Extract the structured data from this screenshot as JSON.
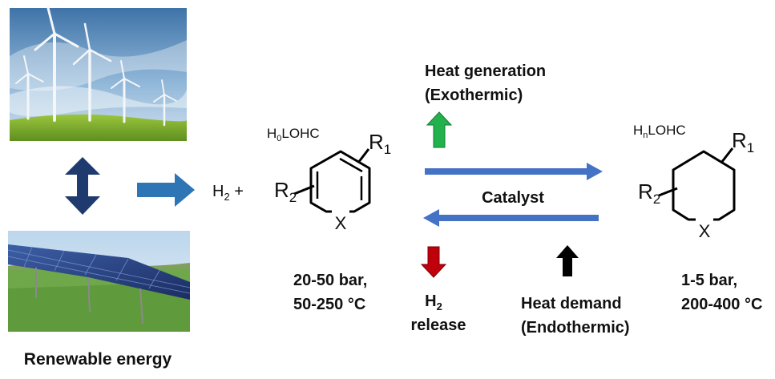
{
  "left": {
    "caption": "Renewable energy"
  },
  "reaction": {
    "h2_prefix": "H",
    "h2_sub": "2",
    "plus": " +",
    "h0lohc": {
      "pre": "H",
      "sub": "0",
      "post": "LOHC"
    },
    "hnlohc": {
      "pre": "H",
      "sub": "n",
      "post": "LOHC"
    },
    "aromatic": {
      "r1": "R",
      "r1_sub": "1",
      "r2": "R",
      "r2_sub": "2",
      "x": "X"
    },
    "cyclic": {
      "r1": "R",
      "r1_sub": "1",
      "r2": "R",
      "r2_sub": "2",
      "x": "X"
    },
    "catalyst": "Catalyst",
    "heat_generation": [
      "Heat generation",
      "(Exothermic)"
    ],
    "heat_demand": [
      "Heat demand",
      "(Endothermic)"
    ],
    "h2_release": {
      "pre": "H",
      "sub": "2",
      "line2": "release"
    },
    "left_conditions": [
      "20-50 bar,",
      "50-250 °C"
    ],
    "right_conditions": [
      "1-5 bar,",
      "200-400 °C"
    ]
  },
  "colors": {
    "reaction_arrow": "#4472c4",
    "double_arrow": "#1f3a6e",
    "input_arrow": "#2e75b6",
    "heat_up_arrow": "#22b14c",
    "release_arrow": "#c0000a",
    "demand_arrow": "#000000"
  }
}
